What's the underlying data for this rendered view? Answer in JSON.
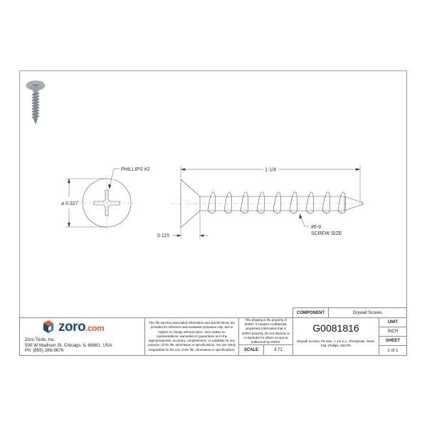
{
  "drawing": {
    "head_callout": "PHILLIPS #2",
    "diameter_dim": "⌀ 0.327",
    "length_dim": "1-1/4",
    "head_height_dim": "0.115",
    "screw_size_line1": "#6-9",
    "screw_size_line2": "SCREW SIZE"
  },
  "title_block": {
    "logo": {
      "word": "zoro",
      "suffix": ".com",
      "colors": {
        "wordmark": "#1d4e6e",
        "accent": "#e2592f"
      }
    },
    "company": {
      "name": "Zoro Tools, Inc.",
      "address": "500 W Madison St, Chicago, IL 60661, USA",
      "phone": "Ph: (855) 289-9676"
    },
    "disclaimer": "This file and any associated information and specifications are provided for reference and evaluation purposes only, and is subject to change without notice. Zoro makes no representations, warranties or guarantees as to the appropriateness, accuracy, completeness, or suitability for any purpose, of the file, information or specifications. You are solely responsible for the use of the file, information or specifications.",
    "property_notice": "This drawing is the property of ZORO. It contains confidential, proprietary information that is ZORO property. Do not disclose to or duplicate for others except as authorized by ZORO.",
    "scale_label": "SCALE",
    "scale_value": "3.71",
    "component_label": "COMPONENT",
    "component_value": "Drywall Screws",
    "part_number": "G0081816",
    "description": "Drywall Screws, #6 Size, 1 1/4 in L, Phosphate, Steel, Flat, Phillips, 500 PK",
    "unit_label": "UNIT",
    "unit_value": "INCH",
    "sheet_label": "SHEET",
    "sheet_value": "1 of 1"
  }
}
